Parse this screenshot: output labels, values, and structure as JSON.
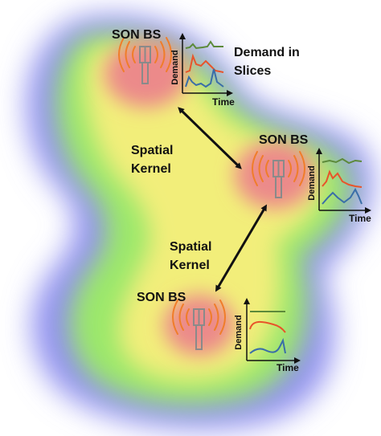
{
  "labels": {
    "bs_top": "SON BS",
    "bs_middle": "SON BS",
    "bs_bottom": "SON BS",
    "demand_in_slices_line1": "Demand in",
    "demand_in_slices_line2": "Slices",
    "kernel_upper_line1": "Spatial",
    "kernel_upper_line2": "Kernel",
    "kernel_lower_line1": "Spatial",
    "kernel_lower_line2": "Kernel"
  },
  "axes": {
    "x_label": "Time",
    "y_label": "Demand"
  },
  "colors": {
    "heatmap_outer": "#8f8ff0",
    "heatmap_mid": "#9be86a",
    "heatmap_inner": "#f2ee7a",
    "heatmap_core": "#ec8a8a",
    "tower": "#8a8a8a",
    "signal": "#f07d2a",
    "arrow": "#111111",
    "series_green": "#5c8a3a",
    "series_orange": "#e8542a",
    "series_blue": "#3a6ea8"
  },
  "icons": {
    "tower": "cell-tower-icon",
    "signal": "radio-waves-icon",
    "arrow": "double-headed-arrow-icon"
  }
}
